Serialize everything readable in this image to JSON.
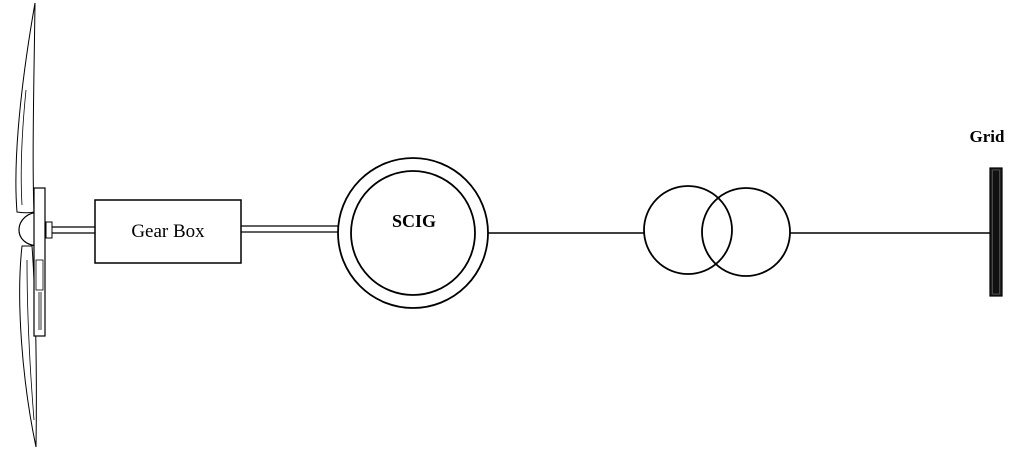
{
  "diagram": {
    "gearbox_label": "Gear Box",
    "generator_label": "SCIG",
    "grid_label": "Grid"
  },
  "icons": {
    "turbine": "wind-turbine-rotor-icon",
    "transformer": "transformer-icon",
    "grid": "grid-busbar-icon"
  },
  "colors": {
    "stroke": "#000000",
    "busbar_fill": "#222222",
    "background": "#ffffff"
  }
}
